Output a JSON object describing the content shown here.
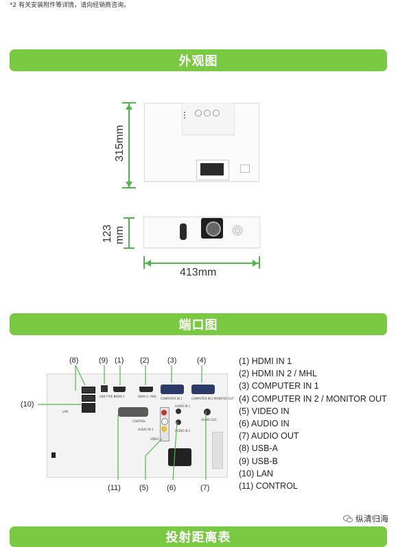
{
  "note": "*2 有关安装附件等详情，请向经销商咨询。",
  "sections": {
    "appearance": "外观图",
    "ports": "端口图",
    "throw": "投射距离表"
  },
  "dimensions": {
    "depth": "315mm",
    "height_a": "123",
    "height_b": "mm",
    "width": "413mm"
  },
  "port_numbers": [
    "(8)",
    "(9)",
    "(1)",
    "(2)",
    "(3)",
    "(4)",
    "(10)",
    "(11)",
    "(5)",
    "(6)",
    "(7)"
  ],
  "panel_labels": {
    "usb_typeb": "USB TYPE B",
    "hdmi1": "HDMI 1",
    "hdmi2": "HDMI 2 / MHL",
    "computer1": "COMPUTER IN 1",
    "computer2": "COMPUTER IN 2 MONITOR OUT",
    "control": "CONTROL",
    "audio_in1": "AUDIO IN 1",
    "audio_in2": "AUDIO IN 2",
    "audio_in3": "AUDIO IN 3",
    "video": "VIDEO",
    "audio_out": "AUDIO OUT",
    "lan": "LAN"
  },
  "legend": [
    "(1) HDMI IN 1",
    "(2) HDMI IN 2 / MHL",
    "(3) COMPUTER IN 1",
    "(4) COMPUTER IN 2 / MONITOR OUT",
    "(5) VIDEO IN",
    "(6) AUDIO IN",
    "(7) AUDIO OUT",
    "(8) USB-A",
    "(9) USB-B",
    "(10) LAN",
    "(11) CONTROL"
  ],
  "watermark": "纵清归海",
  "colors": {
    "banner": "#7ac943",
    "dim_line": "#4db848"
  }
}
